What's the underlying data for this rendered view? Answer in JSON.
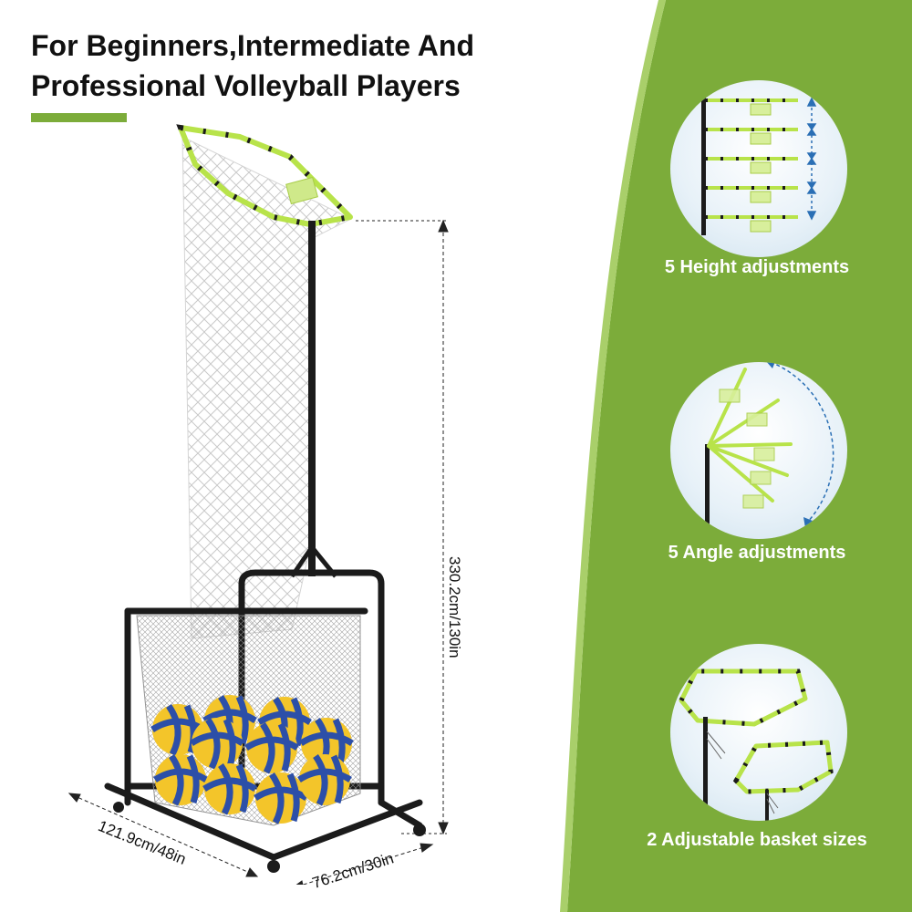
{
  "headline": {
    "line1": "For Beginners,Intermediate And",
    "line2": "Professional Volleyball Players"
  },
  "colors": {
    "brand_green": "#7cac3a",
    "frame_lime": "#b8e34a",
    "ball_yellow": "#f3c52a",
    "ball_blue": "#2c4fa8",
    "frame_black": "#1b1b1b"
  },
  "dimensions": {
    "height": "330.2cm/130in",
    "width": "121.9cm/48in",
    "depth": "76.2cm/30in"
  },
  "features": [
    {
      "label": "5 Height adjustments",
      "icon": "height-adjust-icon"
    },
    {
      "label": "5 Angle adjustments",
      "icon": "angle-adjust-icon"
    },
    {
      "label": "2 Adjustable basket sizes",
      "icon": "basket-size-icon"
    }
  ]
}
